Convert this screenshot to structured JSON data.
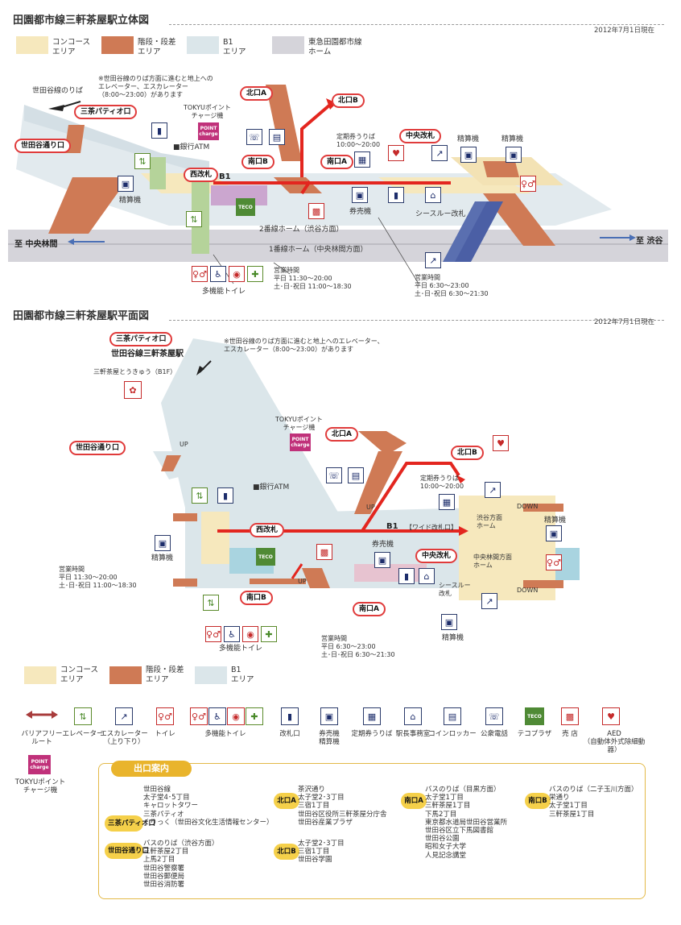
{
  "top_section": {
    "title": "田園都市線三軒茶屋駅立体図",
    "date": "2012年7月1日現在",
    "legend": [
      {
        "label": "コンコース\nエリア",
        "color": "#f6e8bd"
      },
      {
        "label": "階段・段差\nエリア",
        "color": "#cf7a55"
      },
      {
        "label": "B1\nエリア",
        "color": "#dbe6ea"
      },
      {
        "label": "東急田園都市線\nホーム",
        "color": "#d5d4da"
      }
    ],
    "note": "※世田谷線のりば方面に進むと地上への\nエレベーター、エスカレーター\n（8:00〜23:00）があります",
    "setagaya_platform": "世田谷線のりば",
    "sancha_patio": "三茶パティオ口",
    "setagaya_dori": "世田谷通り口",
    "tokyu_point": "TOKYUポイント\nチャージ機",
    "bank_atm": "■銀行ATM",
    "west_gate": "西改札",
    "b1": "B1",
    "north_a": "北口A",
    "north_b": "北口B",
    "south_a": "南口A",
    "south_b": "南口B",
    "central_gate": "中央改札",
    "pass_counter": "定期券うりば\n10:00〜20:00",
    "fare_adj_1": "精算機",
    "fare_adj_2": "精算機",
    "fare_adj_3": "精算機",
    "ticket_machine": "券売機",
    "seethrough": "シースルー改札",
    "platform_2": "2番線ホーム（渋谷方面）",
    "platform_1": "1番線ホーム（中央林間方面）",
    "to_chuo": "至 中央林間",
    "to_shibuya": "至 渋谷",
    "hours_left": "営業時間\n平日 11:30〜20:00\n土･日･祝日 11:00〜18:30",
    "hours_right": "営業時間\n平日 6:30〜23:00\n土･日･祝日 6:30〜21:30",
    "multi_toilet": "多機能トイレ"
  },
  "plan_section": {
    "title": "田園都市線三軒茶屋駅平面図",
    "date": "2012年7月1日現在",
    "sancha_patio": "三茶パティオ口",
    "setagaya_station": "世田谷線三軒茶屋駅",
    "note": "※世田谷線のりば方面に進むと地上へのエレベーター、\nエスカレーター（8:00〜23:00）があります",
    "sancha_tokyu": "三軒茶屋とうきゅう（B1F）",
    "tokyu_point": "TOKYUポイント\nチャージ機",
    "setagaya_dori": "世田谷通り口",
    "north_a": "北口A",
    "north_b": "北口B",
    "pass_counter": "定期券うりば\n10:00〜20:00",
    "bank_atm": "■銀行ATM",
    "west_gate": "西改札",
    "b1": "B1",
    "wide_gate": "【ワイド改札口】",
    "shibuya_platform": "渋谷方面\nホーム",
    "chuo_platform": "中央林間方面\nホーム",
    "down": "DOWN",
    "up": "UP",
    "fare_adj_1": "精算機",
    "fare_adj_2": "精算機",
    "fare_adj_3": "精算機",
    "ticket_machine": "券売機",
    "central_gate": "中央改札",
    "seethrough": "シースルー\n改札",
    "hours_left": "営業時間\n平日 11:30〜20:00\n土･日･祝日 11:00〜18:30",
    "hours_right": "営業時間\n平日 6:30〜23:00\n土･日･祝日 6:30〜21:30",
    "south_a": "南口A",
    "south_b": "南口B",
    "multi_toilet": "多機能トイレ",
    "legend": [
      {
        "label": "コンコース\nエリア",
        "color": "#f6e8bd"
      },
      {
        "label": "階段・段差\nエリア",
        "color": "#cf7a55"
      },
      {
        "label": "B1\nエリア",
        "color": "#dbe6ea"
      }
    ]
  },
  "icon_legend": [
    {
      "icon": "barrier-free-route-icon",
      "label": "バリアフリー\nルート"
    },
    {
      "icon": "elevator-icon",
      "label": "エレベーター"
    },
    {
      "icon": "escalator-icon",
      "label": "エスカレーター\n（上り下り）"
    },
    {
      "icon": "toilet-icon",
      "label": "トイレ"
    },
    {
      "icon": "multi-toilet-icon",
      "label": "多機能トイレ"
    },
    {
      "icon": "ticket-gate-icon",
      "label": "改札口"
    },
    {
      "icon": "ticket-machine-icon",
      "label": "券売機\n精算機"
    },
    {
      "icon": "pass-counter-icon",
      "label": "定期券うりば"
    },
    {
      "icon": "station-office-icon",
      "label": "駅長事務室"
    },
    {
      "icon": "coin-locker-icon",
      "label": "コインロッカー"
    },
    {
      "icon": "public-phone-icon",
      "label": "公衆電話"
    },
    {
      "icon": "teco-plaza-icon",
      "label": "テコプラザ"
    },
    {
      "icon": "shop-icon",
      "label": "売 店"
    },
    {
      "icon": "aed-icon",
      "label": "AED\n（自動体外式除細動器）"
    },
    {
      "icon": "tokyu-point-icon",
      "label": "TOKYUポイント\nチャージ機"
    }
  ],
  "icon_text": {
    "point": "POINT\ncharge",
    "teco": "TECO"
  },
  "exit_guide": {
    "title": "出口案内",
    "exits": [
      {
        "name": "三茶パティオ口",
        "text": "世田谷線\n太子堂4･5丁目\nキャロットタワー\n三茶パティオ\nくりっく（世田谷文化生活情報センター）"
      },
      {
        "name": "世田谷通り口",
        "text": "バスのりば（渋谷方面）\n三軒茶屋2丁目\n上馬2丁目\n世田谷警察署\n世田谷郵便局\n世田谷消防署"
      },
      {
        "name": "北口A",
        "text": "茶沢通り\n太子堂2･3丁目\n三宿1丁目\n世田谷区役所三軒茶屋分庁舎\n世田谷産業プラザ"
      },
      {
        "name": "北口B",
        "text": "太子堂2･3丁目\n三宿1丁目\n世田谷学園"
      },
      {
        "name": "南口A",
        "text": "バスのりば（目黒方面）\n太子堂1丁目\n三軒茶屋1丁目\n下馬2丁目\n東京都水道局世田谷営業所\n世田谷区立下馬図書館\n世田谷公園\n昭和女子大学\n人見記念講堂"
      },
      {
        "name": "南口B",
        "text": "バスのりば（二子玉川方面）\n栄通り\n太子堂1丁目\n三軒茶屋1丁目"
      }
    ]
  }
}
